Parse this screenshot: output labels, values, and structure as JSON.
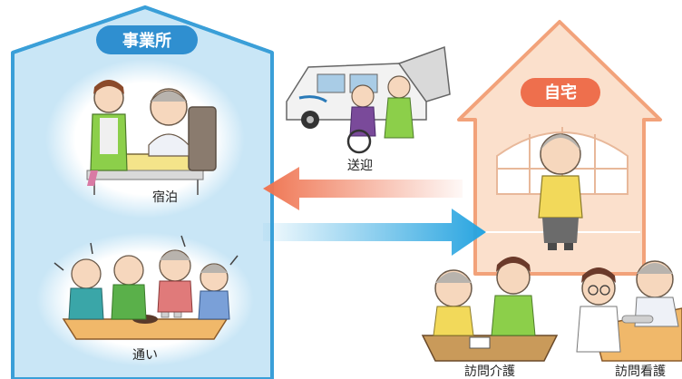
{
  "colors": {
    "facility_fill": "#c9e6f6",
    "facility_stroke": "#3a9fd8",
    "facility_badge": "#2f8fd0",
    "home_fill": "#fbe0cc",
    "home_stroke": "#f2a27a",
    "home_badge": "#ee6f4d",
    "arrow_to_facility": "#ef7552",
    "arrow_to_home": "#27a4e0"
  },
  "facility": {
    "title": "事業所",
    "icon": "building-roof-icon",
    "services": [
      {
        "id": "overnight",
        "label": "宿泊",
        "icon": "care-worker-bedside-illustration"
      },
      {
        "id": "daycare",
        "label": "通い",
        "icon": "group-activity-illustration"
      }
    ]
  },
  "home": {
    "title": "自宅",
    "icon": "house-roof-icon",
    "person_icon": "elderly-woman-illustration"
  },
  "transport": {
    "label": "送迎",
    "icon": "wheelchair-van-illustration"
  },
  "home_services": [
    {
      "id": "home-care",
      "label": "訪問介護",
      "icon": "home-care-visit-illustration"
    },
    {
      "id": "home-nursing",
      "label": "訪問看護",
      "icon": "home-nursing-visit-illustration"
    }
  ]
}
